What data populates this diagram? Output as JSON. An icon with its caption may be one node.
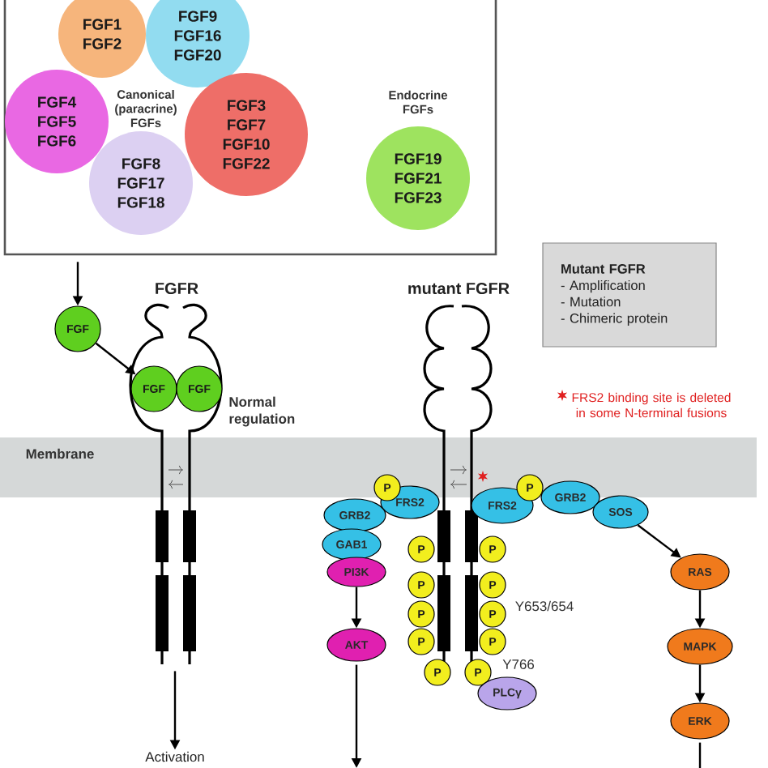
{
  "diagram": {
    "nodes": [
      {
        "text": [],
        "shape": "box"
      },
      {
        "text": [
          "FGF1",
          "FGF2"
        ],
        "in": 0
      },
      {
        "text": [
          "FGF9",
          "FGF16",
          "FGF20"
        ],
        "in": 0
      },
      {
        "text": [
          "FGF4",
          "FGF5",
          "FGF6"
        ],
        "in": 0
      },
      {
        "text": [
          "FGF3",
          "FGF7",
          "FGF10",
          "FGF22"
        ],
        "in": 0
      },
      {
        "text": [
          "FGF8",
          "FGF17",
          "FGF18"
        ],
        "in": 0
      },
      {
        "text": [
          "FGF19",
          "FGF21",
          "FGF23"
        ],
        "in": 0
      },
      {
        "text": [
          "FGF"
        ]
      },
      {
        "text": [
          "FGFR"
        ],
        "beside": [
          "Normal regulation"
        ]
      },
      {
        "text": [
          "FGF"
        ],
        "in": 8
      },
      {
        "text": [
          "FGF"
        ],
        "in": 8
      },
      {
        "text": [
          "Activation"
        ]
      },
      {
        "text": [
          "Mutant FGFR",
          "- Amplification",
          "- Mutation",
          "- Chimeric protein"
        ]
      },
      {
        "text": [
          "mutant FGFR"
        ]
      },
      {
        "text": [
          "GRB2"
        ]
      },
      {
        "text": [
          "FRS2"
        ]
      },
      {
        "text": [
          "P"
        ]
      },
      {
        "text": [
          "GAB1"
        ]
      },
      {
        "text": [
          "PI3K"
        ]
      },
      {
        "text": [
          "AKT"
        ]
      },
      {
        "text": [
          "FRS2"
        ]
      },
      {
        "text": [
          "GRB2"
        ]
      },
      {
        "text": [
          "P"
        ]
      },
      {
        "text": [
          "SOS"
        ]
      },
      {
        "text": [
          "RAS"
        ]
      },
      {
        "text": [
          "MAPK"
        ]
      },
      {
        "text": [
          "ERK"
        ]
      },
      {
        "text": [
          "P"
        ],
        "in": 13
      },
      {
        "text": [
          "P"
        ],
        "in": 13
      },
      {
        "text": [
          "P"
        ],
        "in": 13
      },
      {
        "text": [
          "P"
        ],
        "in": 13
      },
      {
        "text": [
          "P"
        ],
        "in": 13
      },
      {
        "text": [
          "P"
        ],
        "in": 13
      },
      {
        "text": [
          "P"
        ],
        "in": 13
      },
      {
        "text": [
          "P"
        ],
        "in": 13
      },
      {
        "text": [
          "P"
        ]
      },
      {
        "text": [
          "P"
        ]
      },
      {
        "text": [
          "PLCγ"
        ]
      }
    ],
    "edges": [
      {
        "from": 0,
        "to": 7,
        "arrow": "to"
      },
      {
        "from": 7,
        "to": 9,
        "arrow": "to"
      },
      {
        "from": 8,
        "to": 11,
        "arrow": "to"
      },
      {
        "from": 18,
        "to": 19,
        "arrow": "to"
      },
      {
        "from": 19,
        "to": null,
        "arrow": "to"
      },
      {
        "from": 23,
        "to": 24,
        "arrow": "to"
      },
      {
        "from": 24,
        "to": 25,
        "arrow": "to"
      },
      {
        "from": 25,
        "to": 26,
        "arrow": "to"
      },
      {
        "from": 26,
        "to": null,
        "arrow": "none"
      }
    ],
    "labels": [
      "Canonical (paracrine) FGFs",
      "Endocrine FGFs",
      "Membrane",
      "FRS2 binding site is deleted in some N-terminal fusions",
      "Y653/654",
      "Y766"
    ]
  }
}
